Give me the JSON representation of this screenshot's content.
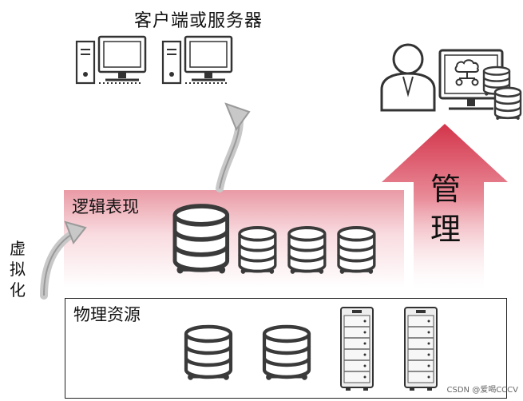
{
  "labels": {
    "clients": "客户端或服务器",
    "logical": "逻辑表现",
    "virtualization": "虚拟化",
    "management": "管理",
    "physical": "物理资源",
    "watermark": "CSDN @爱喝CCCV"
  },
  "colors": {
    "accent_red": "#d3344a",
    "icon_stroke": "#3a3a3a",
    "arrow_gray": "#c8c8c8"
  },
  "icons": [
    "desktop-computer-icon",
    "database-icon",
    "server-rack-icon",
    "admin-user-icon",
    "cloud-monitor-icon"
  ]
}
